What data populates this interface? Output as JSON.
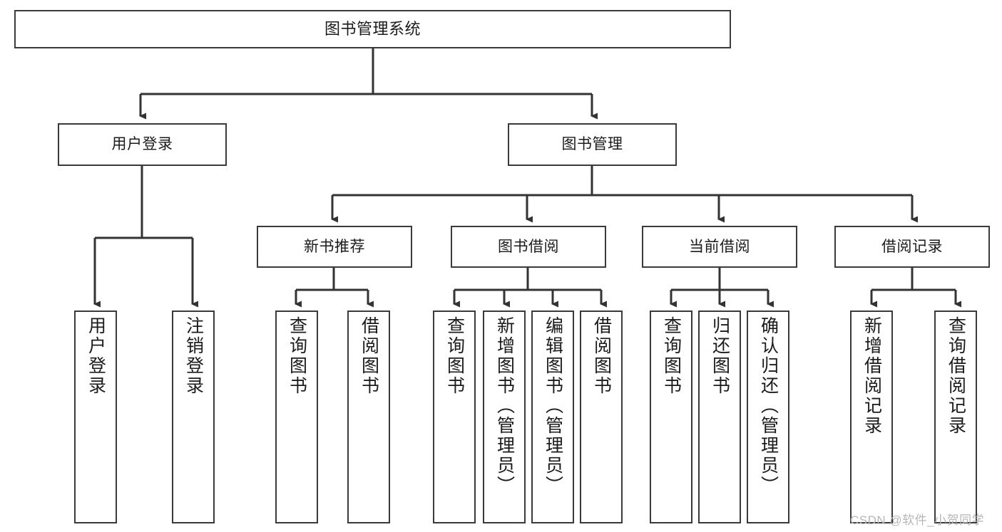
{
  "diagram": {
    "type": "tree-hierarchy",
    "title": "图书管理系统",
    "root": {
      "label": "图书管理系统"
    },
    "level2": [
      {
        "id": "user-login",
        "label": "用户登录"
      },
      {
        "id": "book-management",
        "label": "图书管理"
      }
    ],
    "level3": [
      {
        "id": "new-book-recommend",
        "label": "新书推荐",
        "parent": "book-management"
      },
      {
        "id": "book-borrow",
        "label": "图书借阅",
        "parent": "book-management"
      },
      {
        "id": "current-borrow",
        "label": "当前借阅",
        "parent": "book-management"
      },
      {
        "id": "borrow-record",
        "label": "借阅记录",
        "parent": "book-management"
      }
    ],
    "leaves": [
      {
        "id": "leaf-user-login",
        "label": "用户登录",
        "parent": "user-login"
      },
      {
        "id": "leaf-logout-login",
        "label": "注销登录",
        "parent": "user-login"
      },
      {
        "id": "leaf-query-book-1",
        "label": "查询图书",
        "parent": "new-book-recommend"
      },
      {
        "id": "leaf-borrow-book-1",
        "label": "借阅图书",
        "parent": "new-book-recommend"
      },
      {
        "id": "leaf-query-book-2",
        "label": "查询图书",
        "parent": "book-borrow"
      },
      {
        "id": "leaf-add-book",
        "label": "新增图书（管理员）",
        "parent": "book-borrow"
      },
      {
        "id": "leaf-edit-book",
        "label": "编辑图书（管理员）",
        "parent": "book-borrow"
      },
      {
        "id": "leaf-borrow-book-2",
        "label": "借阅图书",
        "parent": "book-borrow"
      },
      {
        "id": "leaf-query-book-3",
        "label": "查询图书",
        "parent": "current-borrow"
      },
      {
        "id": "leaf-return-book",
        "label": "归还图书",
        "parent": "current-borrow"
      },
      {
        "id": "leaf-confirm-return",
        "label": "确认归还（管理员）",
        "parent": "current-borrow"
      },
      {
        "id": "leaf-add-borrow-record",
        "label": "新增借阅记录",
        "parent": "borrow-record"
      },
      {
        "id": "leaf-query-borrow-record",
        "label": "查询借阅记录",
        "parent": "borrow-record"
      }
    ]
  },
  "watermark": {
    "text": "CSDN @软件_小贺同学"
  },
  "colors": {
    "box_border": "#3a3a3a",
    "box_fill": "#ffffff",
    "connector": "#333333",
    "text": "#1b1b1b",
    "watermark": "#b6b6b6",
    "background": "#ffffff"
  }
}
